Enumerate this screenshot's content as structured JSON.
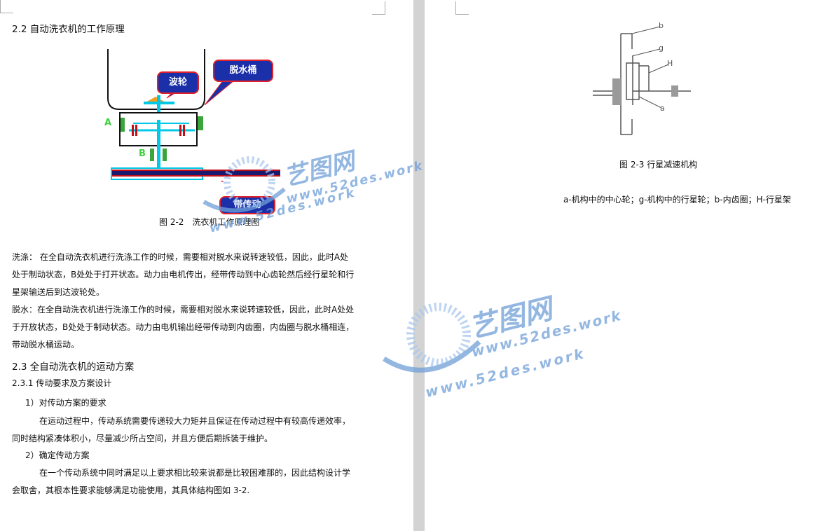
{
  "left": {
    "heading_22": "2.2 自动洗衣机的工作原理",
    "figure": {
      "label_bolun": "波轮",
      "label_tuoshuitong": "脱水桶",
      "label_dai": "带传动",
      "label_A": "A",
      "label_B": "B",
      "caption": "图 2-2　洗衣机工作原理图"
    },
    "paragraph_wash": [
      "洗涤：  在全自动洗衣机进行洗涤工作的时候，需要相对脱水来说转速较低，因此，此时A处",
      "处于制动状态，B处处于打开状态。动力由电机传出，经带传动到中心齿轮然后经行星轮和行",
      "星架输送后到达波轮处。"
    ],
    "paragraph_spin": [
      "脱水：在全自动洗衣机进行洗涤工作的时候，需要相对脱水来说转速较低，因此，此时A处处",
      "于开放状态，B处处于制动状态。动力由电机输出经带传动到内齿圈，内齿圈与脱水桶相连，",
      "带动脱水桶运动。"
    ],
    "heading_23": "2.3 全自动洗衣机的运动方案",
    "heading_231": "2.3.1 传动要求及方案设计",
    "item1_title": "1）对传动方案的要求",
    "item1_body": [
      "在运动过程中，传动系统需要传递较大力矩并且保证在传动过程中有较高传递效率，",
      "同时结构紧凑体积小，尽量减少所占空间，并且方便后期拆装于维护。"
    ],
    "item2_title": "2）确定传动方案",
    "item2_body": [
      "在一个传动系统中同时满足以上要求相比较来说都是比较困难那的，因此结构设计学",
      "会取舍，其根本性要求能够满足功能使用，其具体结构图如 3-2."
    ]
  },
  "right": {
    "diagram_labels": {
      "b": "b",
      "g": "g",
      "H": "H",
      "a": "a"
    },
    "caption": "图 2-3  行星减速机构",
    "legend": "a-机构中的中心轮；g-机构中的行星轮；b-内齿圈；H-行星架"
  },
  "watermark": {
    "brand": "艺图网",
    "url": "www.52des.work"
  },
  "colors": {
    "gutter": "#d3d3d3",
    "callout_fill": "#1a2fa8",
    "callout_border": "#e0202a",
    "shaft_cyan": "#00c8e6",
    "belt_red": "#c0101a",
    "belt_navy": "#1a1a70",
    "brake_green": "#3aa63a",
    "label_green": "#40d040",
    "watermark_blue": "#6f9fd8"
  }
}
